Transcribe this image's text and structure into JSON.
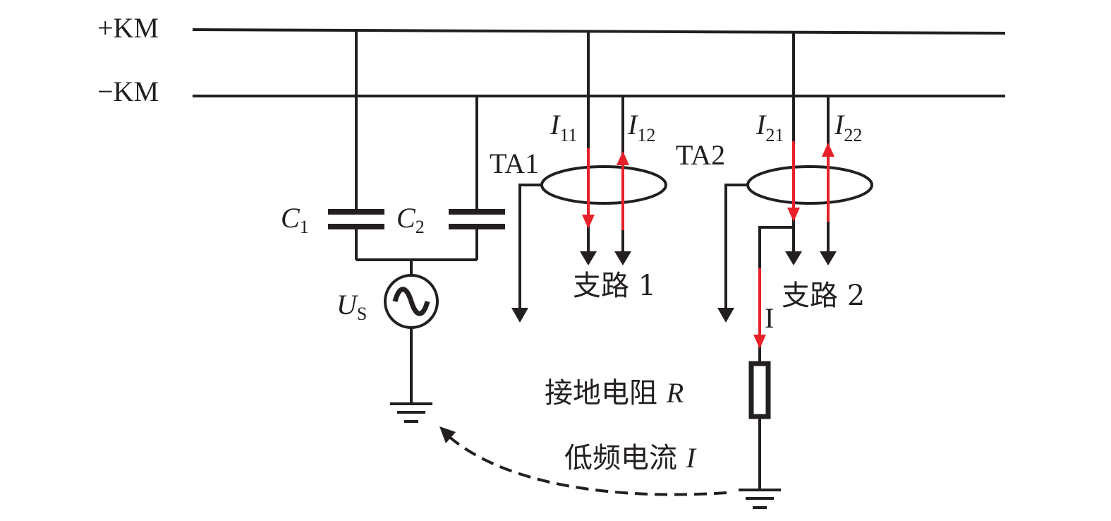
{
  "buses": {
    "positive": "+KM",
    "negative": "−KM"
  },
  "capacitors": {
    "c1": {
      "main": "C",
      "sub": "1"
    },
    "c2": {
      "main": "C",
      "sub": "2"
    }
  },
  "source": {
    "main": "U",
    "sub": "S",
    "symbol": "~"
  },
  "transformers": {
    "ta1": "TA1",
    "ta2": "TA2"
  },
  "currents": {
    "i11": {
      "main": "I",
      "sub": "11"
    },
    "i12": {
      "main": "I",
      "sub": "12"
    },
    "i21": {
      "main": "I",
      "sub": "21"
    },
    "i22": {
      "main": "I",
      "sub": "22"
    },
    "i_fault": "I"
  },
  "branches": {
    "branch1": "支路 1",
    "branch2": "支路 2"
  },
  "resistor": {
    "label": "接地电阻 ",
    "symbol": "R"
  },
  "low_freq_current": {
    "label": "低频电流 ",
    "symbol": "I"
  },
  "colors": {
    "wire": "#231f20",
    "current_arrow": "#e8202a",
    "background": "#ffffff"
  }
}
